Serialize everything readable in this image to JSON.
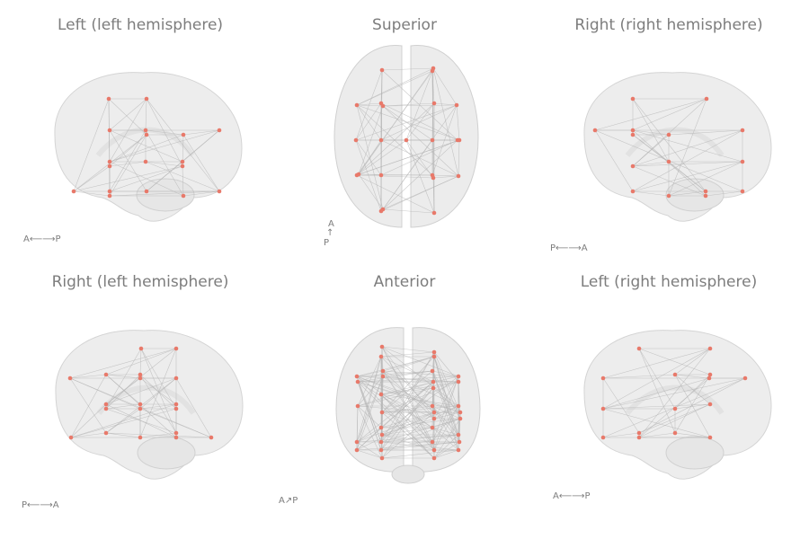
{
  "panels": [
    {
      "title": "Left (left hemisphere)",
      "view": "lateral-left",
      "orientation": "A⟵⟶P"
    },
    {
      "title": "Superior",
      "view": "superior",
      "orientation_top": "A",
      "orientation_bottom": "P"
    },
    {
      "title": "Right (right hemisphere)",
      "view": "lateral-right",
      "orientation": "P⟵⟶A"
    },
    {
      "title": "Right (left hemisphere)",
      "view": "medial-left",
      "orientation": "P⟵⟶A"
    },
    {
      "title": "Anterior",
      "view": "anterior",
      "orientation": "A↗P"
    },
    {
      "title": "Left (right hemisphere)",
      "view": "medial-right",
      "orientation": "A⟵⟶P"
    }
  ],
  "colors": {
    "node": "#e8796a",
    "edge": "#b4b4b4",
    "brain_fill": "#ececec",
    "brain_stroke": "#d0d0d0",
    "text": "#7d7d7d"
  }
}
